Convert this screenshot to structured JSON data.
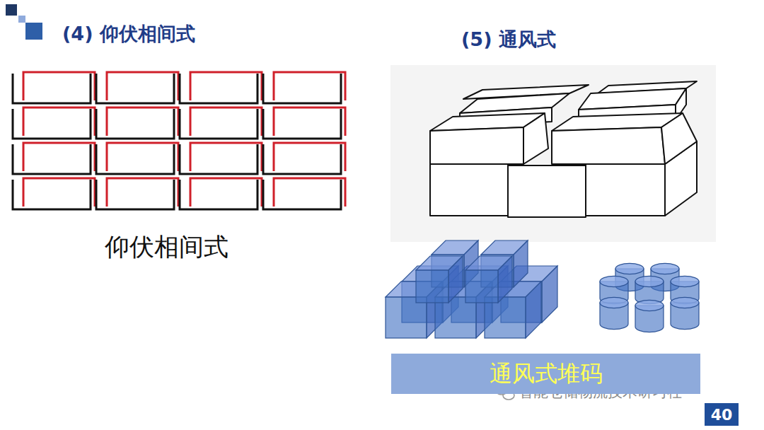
{
  "diagram": {
    "nodes": [
      {
        "text": [
          "通风式堆码"
        ]
      },
      {
        "text": [
          "40"
        ]
      }
    ],
    "labels": [
      "(4) 仰伏相间式",
      "(5) 通风式",
      "仰伏相间式",
      "智能仓储物流技术研习社"
    ]
  }
}
